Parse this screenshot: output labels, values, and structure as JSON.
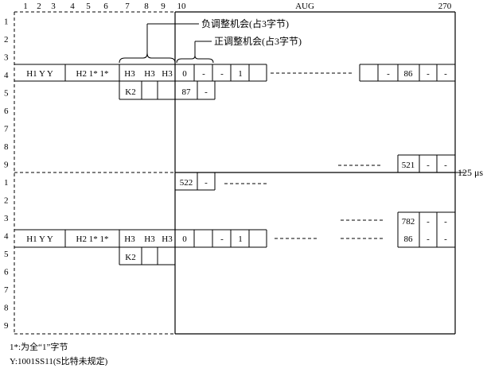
{
  "columns": {
    "left_nums": [
      "1",
      "2",
      "3",
      "4",
      "5",
      "6",
      "7",
      "8",
      "9",
      "10"
    ],
    "aug": "AUG",
    "end": "270"
  },
  "rows": [
    "1",
    "2",
    "3",
    "4",
    "5",
    "6",
    "7",
    "8",
    "9",
    "1",
    "2",
    "3",
    "4",
    "5",
    "6",
    "7",
    "8",
    "9"
  ],
  "frame1": {
    "soh": [
      "H1 Y Y",
      "H2 1* 1*"
    ],
    "h3": [
      "H3",
      "H3",
      "H3"
    ],
    "ptr": [
      "0",
      "-",
      "-",
      "1"
    ],
    "tail": [
      "-",
      "86",
      "-",
      "-"
    ],
    "k2": "K2",
    "cell87": [
      "87",
      "-"
    ],
    "cell521": [
      "521",
      "-",
      "-"
    ]
  },
  "frame2": {
    "cell522": [
      "522",
      "-"
    ],
    "cell782": [
      "782",
      "-",
      "-"
    ],
    "soh": [
      "H1 Y Y",
      "H2 1* 1*"
    ],
    "h3": [
      "H3",
      "H3",
      "H3"
    ],
    "ptr": [
      "0",
      "-",
      "1"
    ],
    "tail": [
      "86",
      "-",
      "-"
    ],
    "k2": "K2"
  },
  "annotations": {
    "negative": "负调整机会(占3字节)",
    "positive": "正调整机会(占3字节)",
    "period": "125 μs"
  },
  "footnotes": [
    "1*:为全“1”字节",
    "Y:1001SS11(S比特未规定)"
  ]
}
